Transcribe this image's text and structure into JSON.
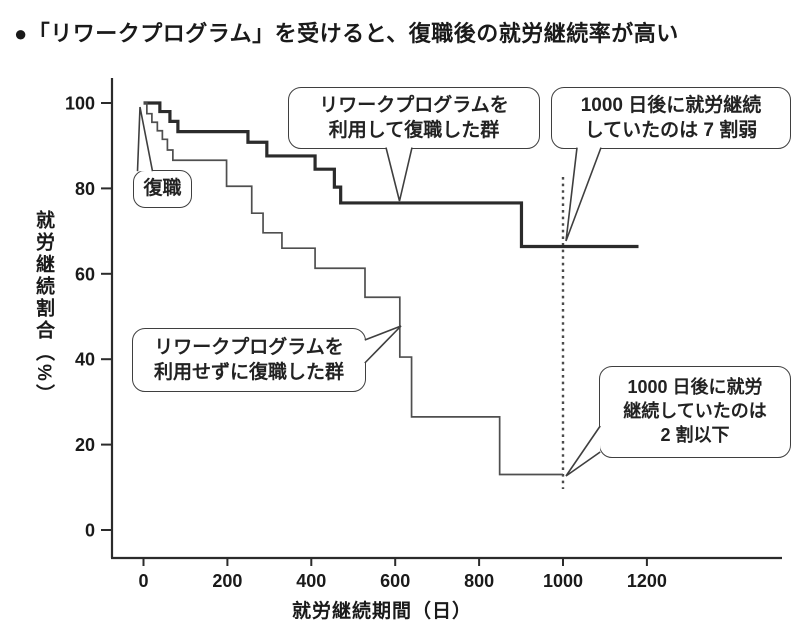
{
  "title": "●「リワークプログラム」を受けると、復職後の就労継続率が高い",
  "colors": {
    "ink": "#2b2b2b",
    "thick_line": "#2b2b2b",
    "thin_line": "#4f4f4f",
    "dotted_line": "#4a4a4a",
    "background": "#ffffff"
  },
  "y_axis": {
    "label": "就労継続割合（%）"
  },
  "x_axis": {
    "label": "就労継続期間（日）"
  },
  "callouts": {
    "return_to_work": {
      "text": "復職"
    },
    "program_group": {
      "line1": "リワークプログラムを",
      "line2": "利用して復職した群"
    },
    "program_result": {
      "line1": "1000 日後に就労継続",
      "line2": "していたのは 7 割弱"
    },
    "no_program_group": {
      "line1": "リワークプログラムを",
      "line2": "利用せずに復職した群"
    },
    "no_program_result": {
      "line1": "1000 日後に就労",
      "line2": "継続していたのは",
      "line3": "2 割以下"
    }
  },
  "chart_data": {
    "type": "line",
    "subtype": "kaplan-meier-step-survival",
    "xlabel": "就労継続期間（日）",
    "ylabel": "就労継続割合（%）",
    "xlim": [
      0,
      1250
    ],
    "ylim": [
      0,
      100
    ],
    "x_ticks": [
      0,
      200,
      400,
      600,
      800,
      1000,
      1200
    ],
    "y_ticks": [
      100,
      80,
      60,
      40,
      20,
      0
    ],
    "grid": false,
    "legend_position": "annotated-callouts",
    "reference_line_x": 1000,
    "series": [
      {
        "name": "リワークプログラムを利用して復職した群",
        "style": "thick",
        "steps": [
          [
            0,
            100
          ],
          [
            39,
            98
          ],
          [
            63,
            95.7
          ],
          [
            82,
            93.3
          ],
          [
            249,
            90.8
          ],
          [
            294,
            87.6
          ],
          [
            409,
            84.5
          ],
          [
            455,
            80.3
          ],
          [
            470,
            76.6
          ],
          [
            901,
            66.4
          ]
        ],
        "end_x": 1180,
        "value_at_1000_days": 66.4
      },
      {
        "name": "リワークプログラムを利用せずに復職した群",
        "style": "thin",
        "steps": [
          [
            0,
            100
          ],
          [
            8,
            97.5
          ],
          [
            20,
            95.5
          ],
          [
            33,
            93.5
          ],
          [
            45,
            91.5
          ],
          [
            57,
            89
          ],
          [
            70,
            86.6
          ],
          [
            198,
            80.5
          ],
          [
            258,
            74.2
          ],
          [
            285,
            69.6
          ],
          [
            330,
            66
          ],
          [
            409,
            61.3
          ],
          [
            528,
            54.5
          ],
          [
            611,
            40.5
          ],
          [
            639,
            26.5
          ],
          [
            849,
            13
          ]
        ],
        "end_x": 1000,
        "value_at_1000_days": 13
      }
    ]
  }
}
